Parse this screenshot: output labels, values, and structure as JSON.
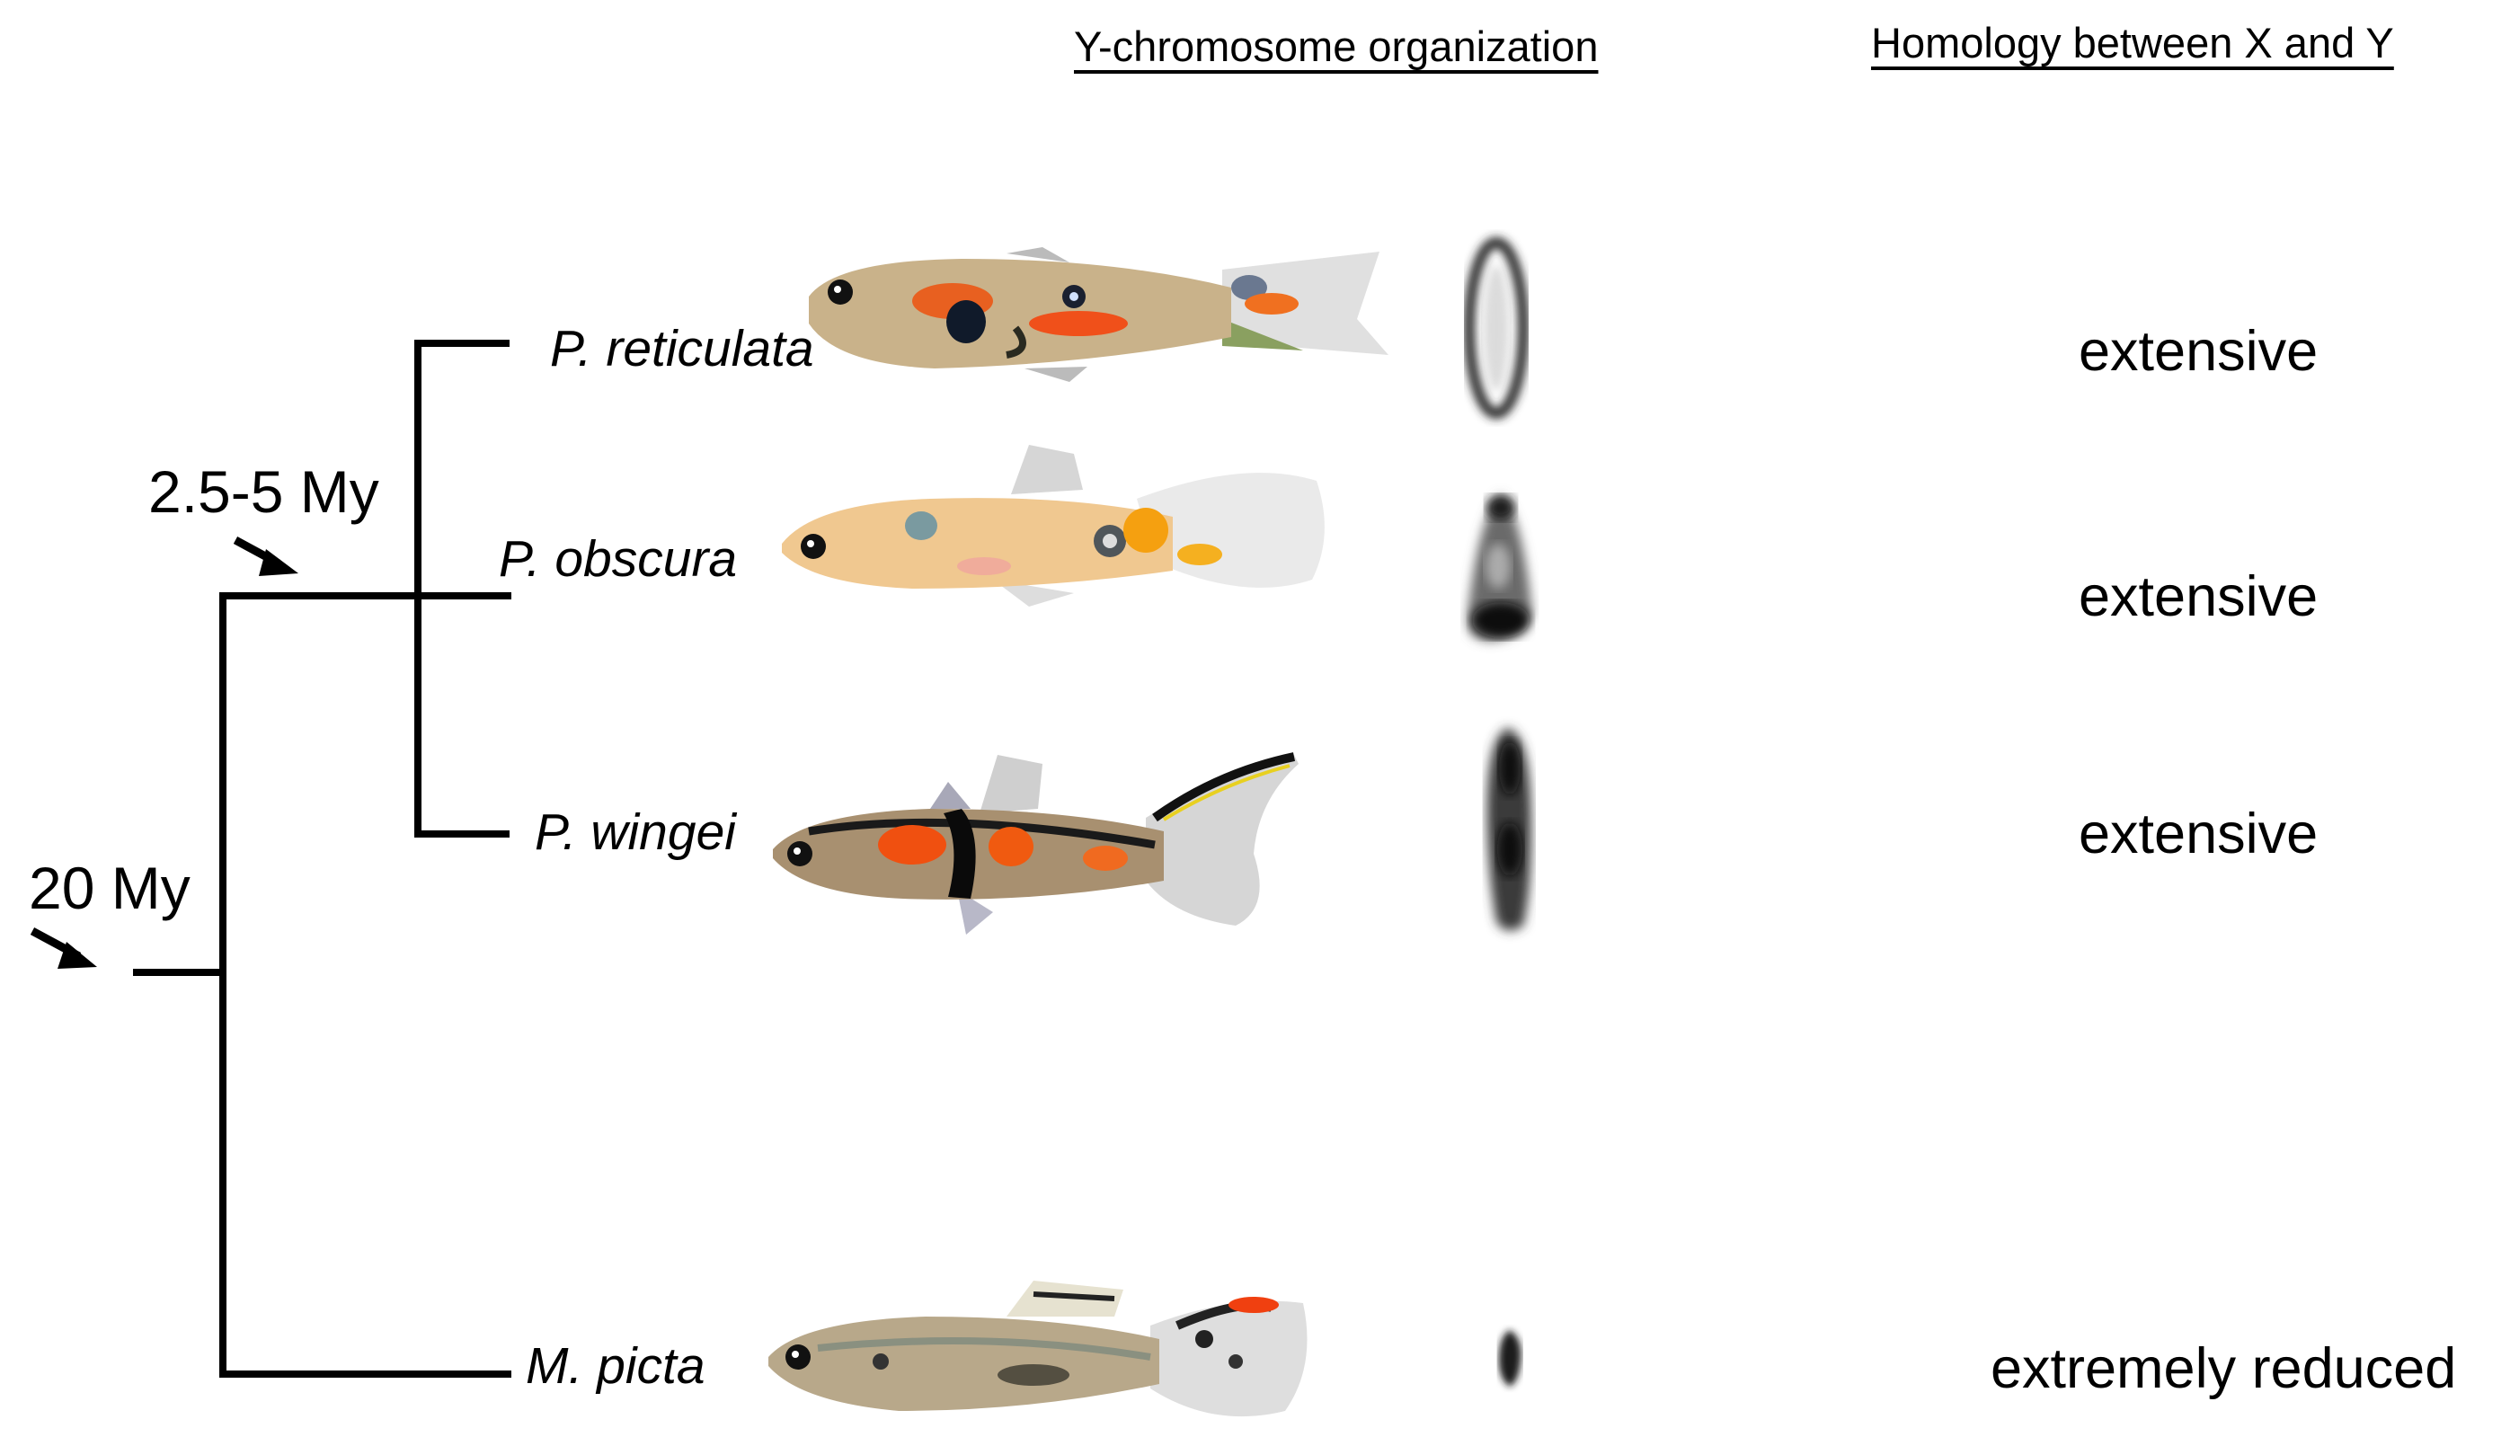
{
  "headers": {
    "y_org": "Y-chromosome organization",
    "homology": "Homology between X and Y"
  },
  "nodes": {
    "root_age": "20 My",
    "inner_age": "2.5-5 My"
  },
  "species": [
    {
      "name": "P. reticulata",
      "homology": "extensive"
    },
    {
      "name": "P. obscura",
      "homology": "extensive"
    },
    {
      "name": "P. wingei",
      "homology": "extensive"
    },
    {
      "name": "M. picta",
      "homology": "extremely reduced"
    }
  ]
}
